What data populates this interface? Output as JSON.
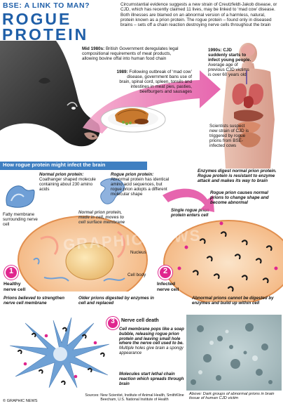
{
  "header": {
    "kicker": "BSE: A LINK TO MAN?",
    "title_line1": "ROGUE",
    "title_line2": "PROTEIN",
    "intro": "Circumstantial evidence suggests a new strain of Creutzfeldt-Jakob disease, or CJD, which has recently claimed 11 lives, may be linked to ‘mad cow’ disease. Both illnesses are blamed on an abnormal version of a harmless, natural, protein known as a prion protein. The rogue protein – found only in diseased brains – sets off a chain reaction destroying nerve cells throughout the brain"
  },
  "timeline": {
    "mid80s_year": "Mid 1980s:",
    "mid80s_text": "British Government deregulates legal compositional requirements of meat products, allowing bovine offal into human food chain",
    "y1989_year": "1989:",
    "y1989_text": "Following outbreak of ‘mad cow’ disease, government bans use of brain, spinal cord, spleen, tonsils and intestines in meat pies, pasties, beefburgers and sausages",
    "y1990s_year": "1990s:",
    "y1990s_bold": "CJD suddenly starts to infect young people.",
    "y1990s_text": "Average age of previous CJD victims is over 60 years old",
    "scientists_text": "Scientists suspect new strain of CJD is triggered by rogue prions from BSE-infected cows"
  },
  "section": {
    "title": "How rogue protein might infect the brain"
  },
  "labels": {
    "normal_prion_head": "Normal prion protein:",
    "normal_prion_text": "Coathanger shaped molecule containing about 230 amino acids",
    "rogue_prion_head": "Rogue prion protein:",
    "rogue_prion_text": "Abnormal protein has identical amino acid sequences, but rogue prion adopts a different molecular shape",
    "fatty_membrane": "Fatty membrane surrounding nerve cell",
    "normal_in_membrane": "Normal prion protein, made in cell, moves to cell surface membrane",
    "nucleus": "Nucleus",
    "cell_body": "Cell body",
    "single_rogue": "Single rogue prion protein enters cell",
    "enzymes_digest": "Enzymes digest normal prion protein. Rogue protein is resistant to enzyme attack and makes its way to brain",
    "rogue_causes": "Rogue prion causes normal prions to change shape and become abnormal",
    "step1_num": "1",
    "step1_label": "Healthy nerve cell",
    "step2_num": "2",
    "step2_label": "Infected nerve cell",
    "step3_num": "3",
    "step3_label": "Nerve cell death",
    "prions_strengthen": "Prions believed to strengthen nerve cell membrane",
    "older_prions": "Older prions digested by enzymes in cell and replaced",
    "abnormal_cannot": "Abnormal prions cannot be digested by enzymes and build up within cell",
    "pops_head": "Cell membrane pops like a soap bubble, releasing rogue prion protein and leaving small hole where the nerve cell used to be.",
    "pops_text": "Multiple holes give brain a spongy appearance",
    "chain_reaction": "Molecules start lethal chain reaction which spreads through brain",
    "photo_caption": "Above: Dark groups of abnormal prions in brain tissue of human CJD victim"
  },
  "footer": {
    "credit": "© GRAPHIC NEWS",
    "sources": "Sources: New Scientist, Institute of Animal Health, SmithKline Beecham, U.S. National Institute of Health",
    "watermark": "GRAPHIC NEWS"
  },
  "colors": {
    "title_blue": "#1f5fa8",
    "banner_blue": "#3f7fc1",
    "arrow_pink": "#e24aa0",
    "step_magenta": "#e0268e",
    "cell_peach": "#f3b27a",
    "prion_blue": "#6f9fd6"
  }
}
